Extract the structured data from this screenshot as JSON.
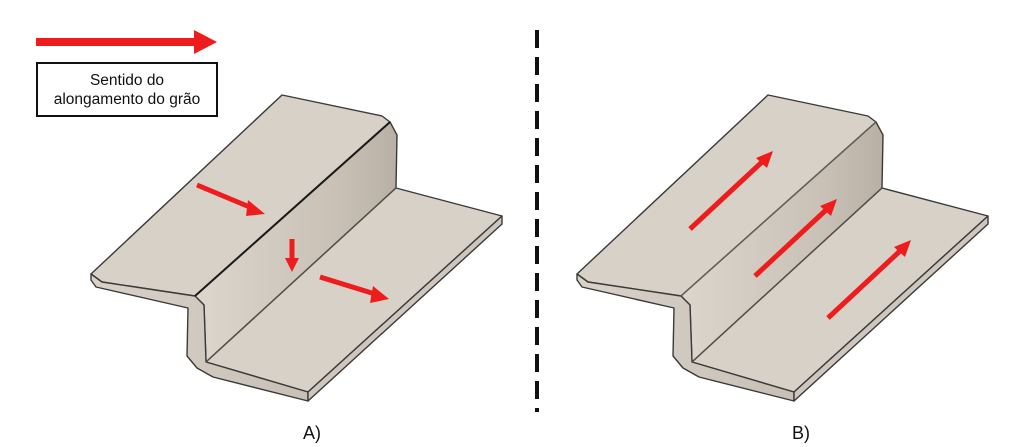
{
  "legend": {
    "line1": "Sentido do",
    "line2": "alongamento do grão"
  },
  "panels": [
    {
      "label": "A)"
    },
    {
      "label": "B)"
    }
  ],
  "colors": {
    "arrow": "#ee1c1c",
    "sheet_face": "#d8d1c8",
    "sheet_wall": "#c5bdb3",
    "sheet_edge": "#333333",
    "divider": "#111111"
  }
}
